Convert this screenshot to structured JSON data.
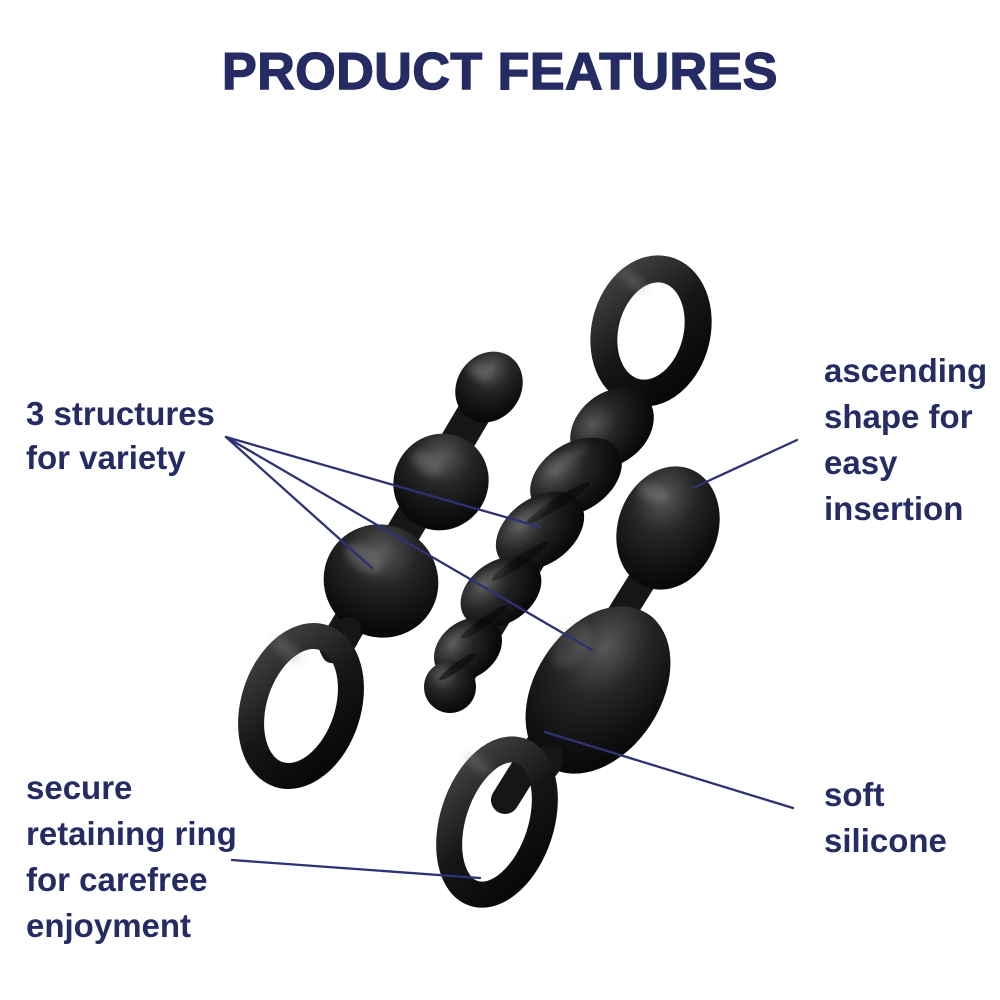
{
  "title": "PRODUCT FEATURES",
  "colors": {
    "text_navy": "#252b63",
    "leader_line_navy": "#2e3274",
    "product_black": "#141414",
    "background": "#ffffff"
  },
  "callouts": [
    {
      "id": "structures-for-variety",
      "lines": [
        "3 structures",
        "for variety"
      ],
      "points_to": "all three plug structures"
    },
    {
      "id": "ascending-shape",
      "lines": [
        "ascending",
        "shape for",
        "easy",
        "insertion"
      ],
      "points_to": "top bead of teardrop plug"
    },
    {
      "id": "secure-retaining-ring",
      "lines": [
        "secure",
        "retaining ring",
        "for carefree",
        "enjoyment"
      ],
      "points_to": "ring handle of teardrop plug"
    },
    {
      "id": "soft-silicone",
      "lines": [
        "soft",
        "silicone"
      ],
      "points_to": "body of teardrop plug"
    }
  ],
  "illustration": {
    "items": [
      {
        "name": "beaded-plug-with-ring-handle"
      },
      {
        "name": "twisted-plug-with-ring-handle"
      },
      {
        "name": "teardrop-plug-with-ring-handle"
      }
    ]
  }
}
